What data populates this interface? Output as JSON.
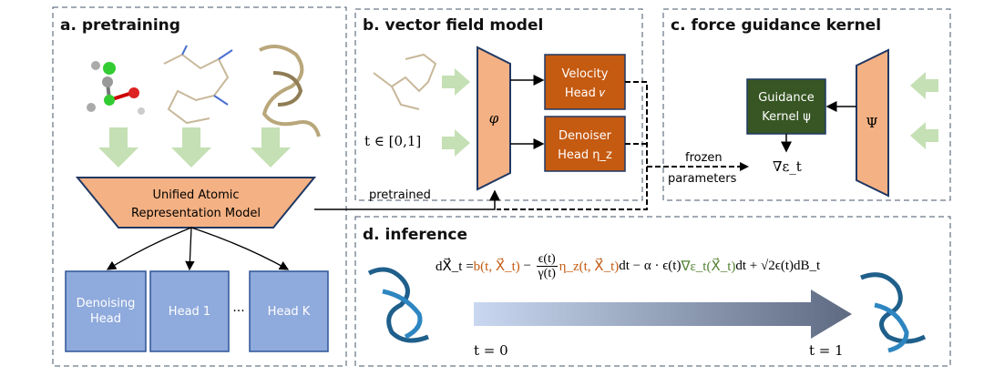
{
  "panels": {
    "a": {
      "title": "a. pretraining",
      "model_line1": "Unified Atomic",
      "model_line2": "Representation Model",
      "heads": [
        "Denoising Head",
        "Head 1",
        "Head K"
      ],
      "ellipsis": "···"
    },
    "b": {
      "title": "b. vector field model",
      "time_input": "t ∈ [0,1]",
      "backbone": "φ",
      "velocity_head": [
        "Velocity",
        "Head 𝑣"
      ],
      "denoiser_head": [
        "Denoiser",
        "Head η_z"
      ],
      "pretrained_label": "pretrained"
    },
    "c": {
      "title": "c. force guidance kernel",
      "backbone": "Ψ",
      "kernel": [
        "Guidance",
        "Kernel ψ"
      ],
      "output": "∇ε_t"
    },
    "frozen_label": [
      "frozen",
      "parameters"
    ],
    "d": {
      "title": "d. inference",
      "equation": {
        "lhs": "dX⃗_t = ",
        "drift": "b(t, X⃗_t)",
        "minus1": " − ",
        "frac_num": "ϵ(t)",
        "frac_den": "γ(t)",
        "denoise": "η_z(t, X⃗_t)",
        "dt1": "dt − α · ϵ(t)",
        "guide": "∇ε_t(X⃗_t)",
        "dt2": "dt + ",
        "noise": "√2ϵ(t)",
        "dB": "dB_t"
      },
      "t_start": "t = 0",
      "t_end": "t = 1"
    }
  },
  "colors": {
    "orange_fill": "#f4b183",
    "head_fill": "#c55a11",
    "kernel_fill": "#375623",
    "blue_head": "#8faadc",
    "green_arrow": "#c5e0b4",
    "eq_orange": "#c55a11",
    "eq_green": "#548235",
    "border": "#44546a"
  }
}
